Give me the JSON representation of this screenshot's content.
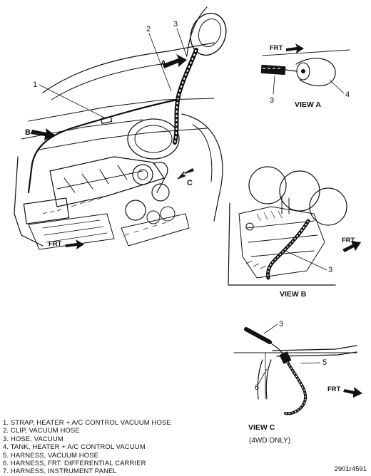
{
  "callouts": {
    "c1": "1",
    "c2": "2",
    "c3": "3",
    "c4": "4",
    "c5": "5",
    "c6": "6"
  },
  "views": {
    "a": {
      "title": "VIEW  A"
    },
    "b": {
      "title": "VIEW  B"
    },
    "c": {
      "title": "VIEW  C",
      "note": "(4WD ONLY)"
    }
  },
  "arrows": {
    "a": "A",
    "b": "B",
    "c": "C",
    "frt": "FRT"
  },
  "legend": [
    "1. STRAP, HEATER + A/C CONTROL VACUUM HOSE",
    "2. CLIP, VACUUM HOSE",
    "3. HOSE, VACUUM",
    "4. TANK, HEATER + A/C CONTROL VACUUM",
    "5. HARNESS, VACUUM HOSE",
    "6. HARNESS, FRT. DIFFERENTIAL CARRIER",
    "7. HARNESS, INSTRUMENT PANEL"
  ],
  "figure_code": "2901r4591"
}
